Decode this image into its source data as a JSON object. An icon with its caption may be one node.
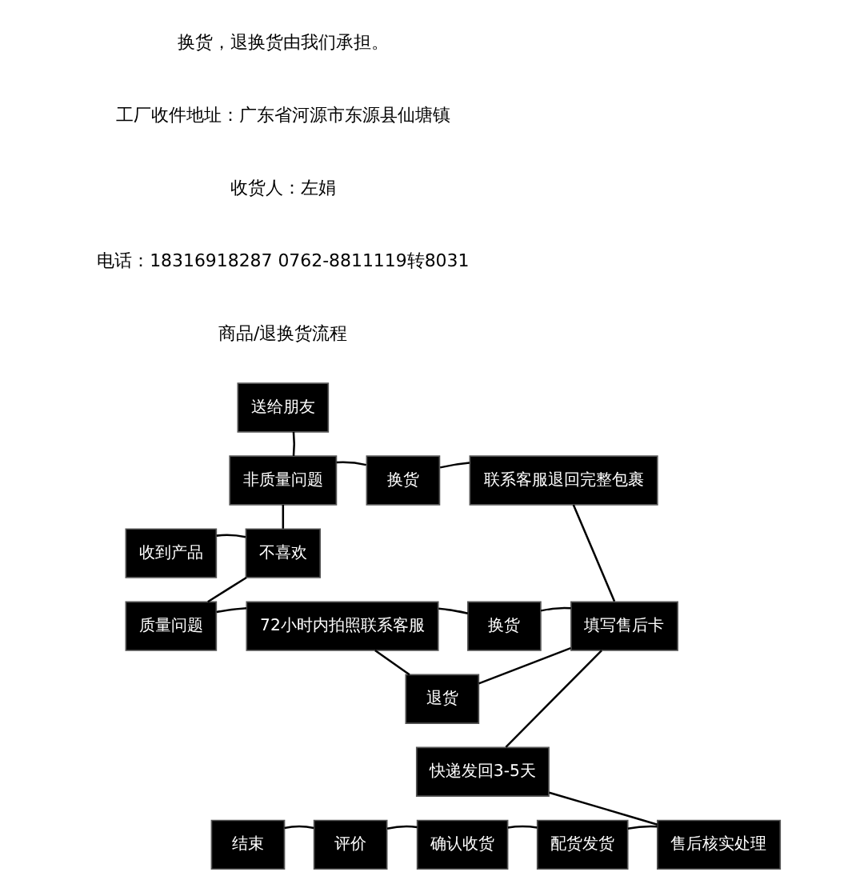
{
  "diagram": {
    "nodes": [
      {
        "text": [
          "收到产品"
        ]
      },
      {
        "text": [
          "不喜欢"
        ]
      },
      {
        "text": [
          "非质量问题"
        ]
      },
      {
        "text": [
          "质量问题"
        ]
      },
      {
        "text": [
          "送给朋友"
        ]
      },
      {
        "text": [
          "换货"
        ]
      },
      {
        "text": [
          "联系客服退回完整包裹"
        ]
      },
      {
        "text": [
          "72小时内拍照联系客服"
        ]
      },
      {
        "text": [
          "换货"
        ]
      },
      {
        "text": [
          "退货"
        ]
      },
      {
        "text": [
          "填写售后卡"
        ]
      },
      {
        "text": [
          "快递发回3-5天"
        ]
      },
      {
        "text": [
          "售后核实处理"
        ]
      },
      {
        "text": [
          "配货发货"
        ]
      },
      {
        "text": [
          "确认收货"
        ]
      },
      {
        "text": [
          "评价"
        ]
      },
      {
        "text": [
          "结束"
        ]
      }
    ],
    "edges": [
      {
        "from": 0,
        "to": 1,
        "arrow": "none"
      },
      {
        "from": 1,
        "to": 2,
        "arrow": "none"
      },
      {
        "from": 1,
        "to": 3,
        "arrow": "none"
      },
      {
        "from": 2,
        "to": 4,
        "arrow": "none"
      },
      {
        "from": 2,
        "to": 5,
        "arrow": "none"
      },
      {
        "from": 5,
        "to": 6,
        "arrow": "none"
      },
      {
        "from": 3,
        "to": 7,
        "arrow": "none"
      },
      {
        "from": 7,
        "to": 8,
        "arrow": "none"
      },
      {
        "from": 7,
        "to": 9,
        "arrow": "none"
      },
      {
        "from": 6,
        "to": 10,
        "arrow": "none"
      },
      {
        "from": 8,
        "to": 10,
        "arrow": "none"
      },
      {
        "from": 9,
        "to": 10,
        "arrow": "none"
      },
      {
        "from": 10,
        "to": 11,
        "arrow": "none"
      },
      {
        "from": 11,
        "to": 12,
        "arrow": "none"
      },
      {
        "from": 12,
        "to": 13,
        "arrow": "none"
      },
      {
        "from": 13,
        "to": 14,
        "arrow": "none"
      },
      {
        "from": 14,
        "to": 15,
        "arrow": "none"
      },
      {
        "from": 15,
        "to": 16,
        "arrow": "none"
      }
    ],
    "labels": [
      "换货，退换货由我们承担。",
      "工厂收件地址：广东省河源市东源县仙塘镇",
      "收货人：左娟",
      "电话：18316918287 0762-8811119转8031",
      "商品/退换货流程"
    ]
  }
}
